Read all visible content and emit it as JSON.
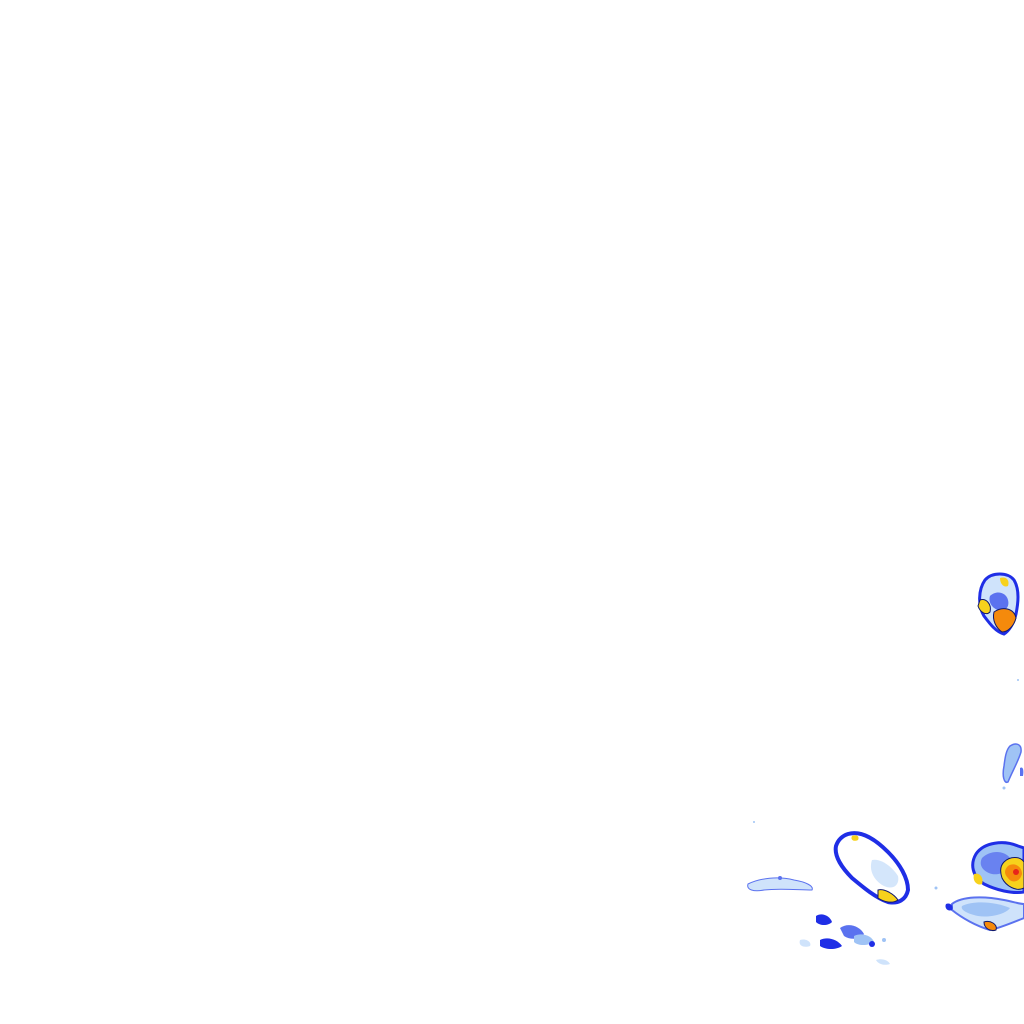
{
  "map": {
    "kind": "radar-reflectivity-tile",
    "background": "#ffffff",
    "palette": {
      "very_light": "#cfe3fb",
      "light": "#9fc3f5",
      "medium": "#5b72ef",
      "strong": "#1f2ee6",
      "yellow": "#f7d21c",
      "orange": "#f58a0c",
      "red": "#e8241b",
      "outline": "#10186a"
    },
    "echo_cells": [
      {
        "name": "cell-northeast-isolated",
        "intensity": "heavy"
      },
      {
        "name": "cell-east-streak",
        "intensity": "light"
      },
      {
        "name": "cell-southeast-ring",
        "intensity": "moderate"
      },
      {
        "name": "cell-southeast-core",
        "intensity": "heavy"
      },
      {
        "name": "cell-southeast-band",
        "intensity": "moderate"
      },
      {
        "name": "cell-south-scatter",
        "intensity": "light"
      },
      {
        "name": "cell-south-fringe",
        "intensity": "light"
      }
    ]
  }
}
